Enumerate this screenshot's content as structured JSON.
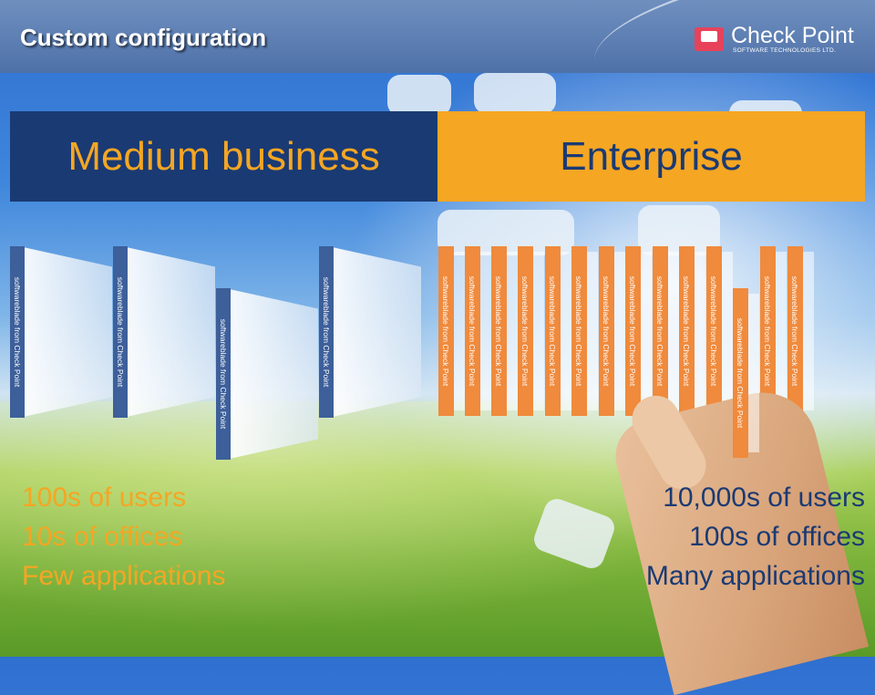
{
  "header": {
    "title": "Custom configuration",
    "logo": {
      "name": "Check Point",
      "tagline": "SOFTWARE TECHNOLOGIES LTD."
    }
  },
  "tiers": {
    "medium": {
      "label": "Medium business",
      "color": "#1a3a73",
      "text_color": "#f5a623"
    },
    "enterprise": {
      "label": "Enterprise",
      "color": "#f5a623",
      "text_color": "#1a3a73"
    }
  },
  "blade_label": "softwareblade from Check Point",
  "medium_stats": [
    "100s of users",
    "10s of offices",
    "Few applications"
  ],
  "enterprise_stats": [
    "10,000s of users",
    "100s of offices",
    "Many applications"
  ]
}
